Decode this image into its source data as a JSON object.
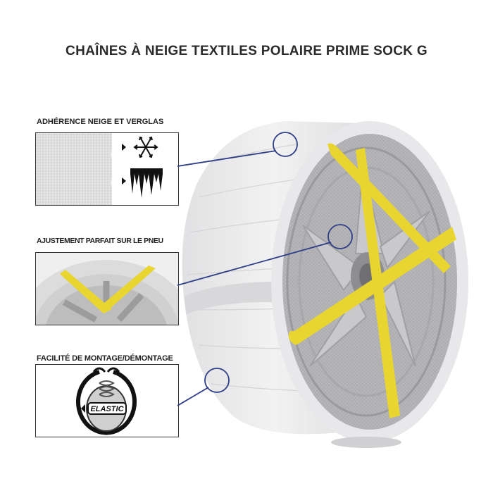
{
  "title": "CHAÎNES À NEIGE TEXTILES POLAIRE PRIME SOCK G",
  "features": [
    {
      "label": "ADHÉRENCE  NEIGE  ET  VERGLAS"
    },
    {
      "label": "AJUSTEMENT PARFAIT SUR LE PNEU"
    },
    {
      "label": "FACILITÉ DE MONTAGE/DÉMONTAGE"
    }
  ],
  "elastic_badge": "ELASTIC",
  "colors": {
    "strap_yellow": "#e8d530",
    "callout_blue": "#2e3d86",
    "sock_white": "#e9e9ea"
  }
}
